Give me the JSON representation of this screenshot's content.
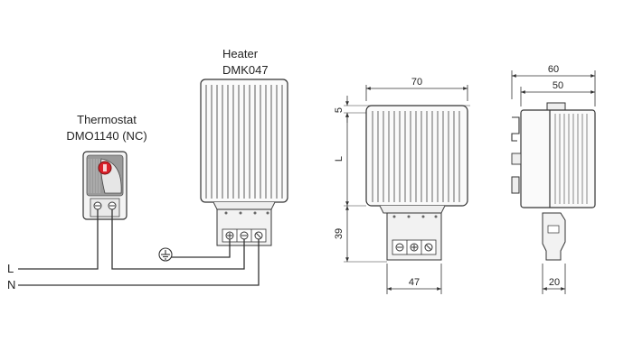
{
  "labels": {
    "thermostat_name": "Thermostat",
    "thermostat_model": "DMO1140 (NC)",
    "heater_name": "Heater",
    "heater_model": "DMK047",
    "line_l": "L",
    "line_n": "N"
  },
  "dimensions": {
    "front_width": "70",
    "top_gap": "5",
    "body_length": "L",
    "terminal_height": "39",
    "terminal_width": "47",
    "side_width_total": "60",
    "side_width_inner": "50",
    "side_clip_width": "20"
  },
  "colors": {
    "thermostat_knob": "#d9202a",
    "line": "#333333"
  }
}
